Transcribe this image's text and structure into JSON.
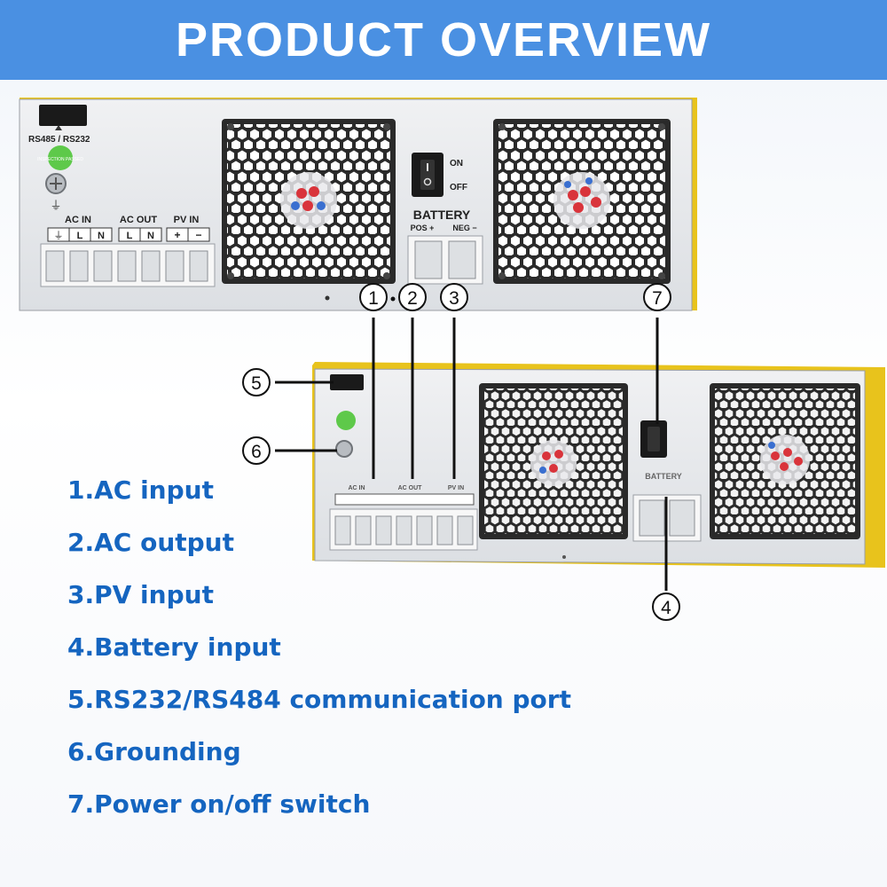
{
  "banner": {
    "title": "PRODUCT OVERVIEW"
  },
  "top_panel": {
    "comm_port_label": "RS485 / RS232",
    "sticker_text": "INSPECTION PASSED",
    "terminal_groups": [
      "AC IN",
      "AC OUT",
      "PV IN"
    ],
    "terminal_marks": [
      "⏚",
      "L",
      "N",
      "L",
      "N",
      "+",
      "−"
    ],
    "switch_on": "ON",
    "switch_off": "OFF",
    "battery_label": "BATTERY",
    "battery_pos": "POS +",
    "battery_neg": "NEG −"
  },
  "bottom_panel": {
    "terminal_groups": [
      "AC IN",
      "AC OUT",
      "PV IN"
    ],
    "battery_label": "BATTERY"
  },
  "callouts": [
    "1",
    "2",
    "3",
    "4",
    "5",
    "6",
    "7"
  ],
  "legend": [
    "1.AC input",
    "2.AC output",
    "3.PV input",
    "4.Battery input",
    "5.RS232/RS484 communication port",
    "6.Grounding",
    "7.Power on/off switch"
  ],
  "colors": {
    "banner": "#4a90e2",
    "legend_text": "#1565c0",
    "chassis_trim": "#e8c31c",
    "panel": "#e6e8eb",
    "fan_hub_red": "#d9343b",
    "fan_hub_blue": "#3a6fd0",
    "ground_sticker": "#5ec94a"
  }
}
